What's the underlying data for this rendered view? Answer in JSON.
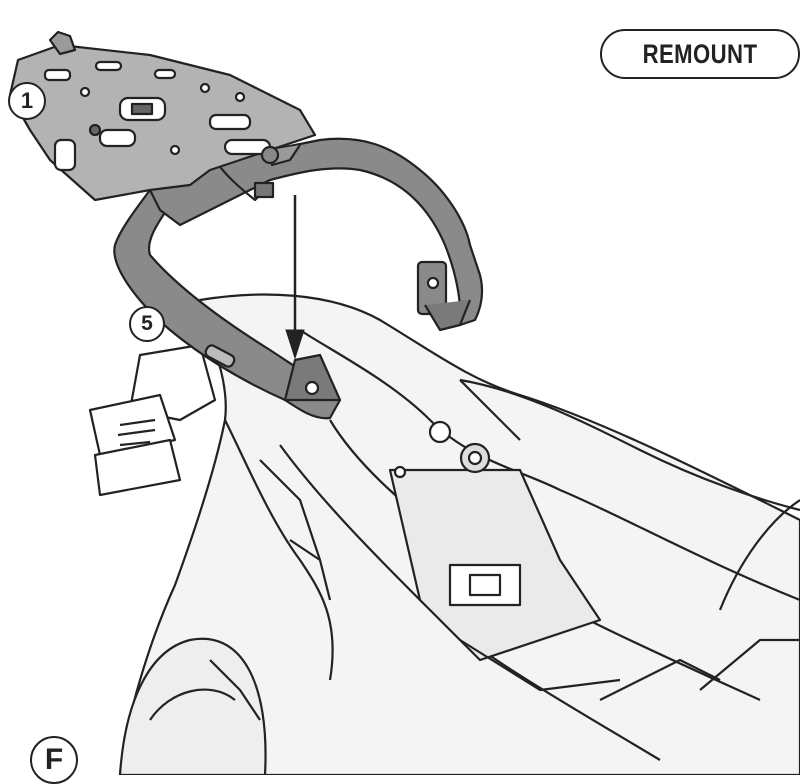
{
  "header": {
    "remount_label": "REMOUNT"
  },
  "callouts": {
    "rack_plate": "1",
    "rear_rack_frame": "5"
  },
  "step": {
    "label": "F"
  },
  "colors": {
    "line": "#222222",
    "plate_fill": "#b3b3b3",
    "frame_fill": "#8a8a8a",
    "body_fill": "#f4f4f4"
  }
}
